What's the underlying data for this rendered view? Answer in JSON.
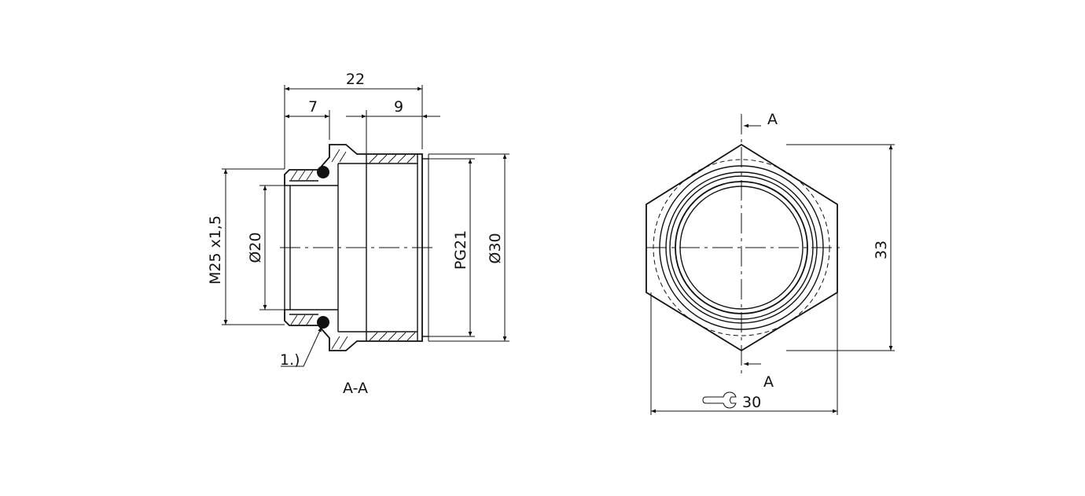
{
  "section_view": {
    "dimensions": {
      "overall_length": "22",
      "left_length": "7",
      "right_length": "9",
      "thread_m": "M25 x1,5",
      "bore_dia": "Ø20",
      "thread_pg": "PG21",
      "outer_dia": "Ø30"
    },
    "callout": "1.)",
    "section_label": "A-A"
  },
  "front_view": {
    "section_mark_top": "A",
    "section_mark_bottom": "A",
    "height_dim": "33",
    "wrench_size": "30",
    "icons": {
      "wrench": "wrench-icon"
    }
  }
}
